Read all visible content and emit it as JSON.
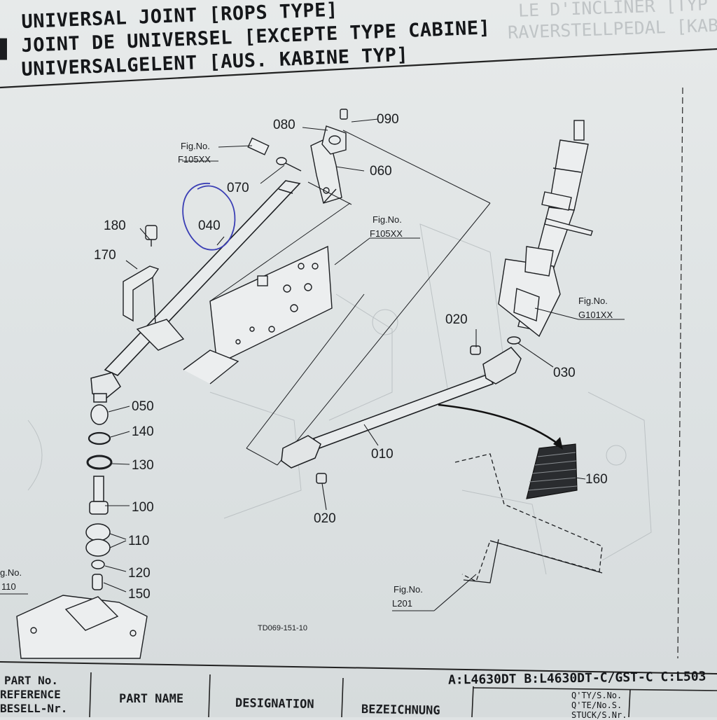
{
  "title": {
    "line1": "UNIVERSAL JOINT [ROPS TYPE]",
    "line2": "JOINT DE UNIVERSEL [EXCEPTE TYPE CABINE]",
    "line3": "UNIVERSALGELENT [AUS. KABINE TYP]",
    "marker": "▌"
  },
  "ghost_text": {
    "line1": "LE D'INCLINER [TYP",
    "line2": "RAVERSTELLPEDAL [KABINE"
  },
  "labels": {
    "p090": "090",
    "p080": "080",
    "p070": "070",
    "p060": "060",
    "p040": "040",
    "p180": "180",
    "p170": "170",
    "p020a": "020",
    "p030": "030",
    "p010": "010",
    "p020b": "020",
    "p050": "050",
    "p140": "140",
    "p130": "130",
    "p100": "100",
    "p110": "110",
    "p120": "120",
    "p150": "150",
    "p160": "160"
  },
  "fig_refs": {
    "fig_no": "Fig.No.",
    "f105_a": "F105XX",
    "f105_b": "F105XX",
    "g101": "G101XX",
    "l201": "L201",
    "left_fig_no": "g.No.",
    "left_code": "110"
  },
  "drawing_code": "TD069-151-10",
  "footer": {
    "models": "A:L4630DT B:L4630DT-C/GST-C C:L503",
    "col1_line1": "PART No.",
    "col1_line2": "REFERENCE",
    "col1_line3": "BESELL-Nr.",
    "col2": "PART NAME",
    "col3": "DESIGNATION",
    "col4": "BEZEICHNUNG",
    "qty_line1": "Q'TY/S.No.",
    "qty_line2": "Q'TE/No.S.",
    "qty_line3": "STUCK/S.Nr."
  },
  "colors": {
    "ink": "#1b1d20",
    "paper": "#e2e6e7",
    "pen_circle": "#3b3fb5"
  }
}
